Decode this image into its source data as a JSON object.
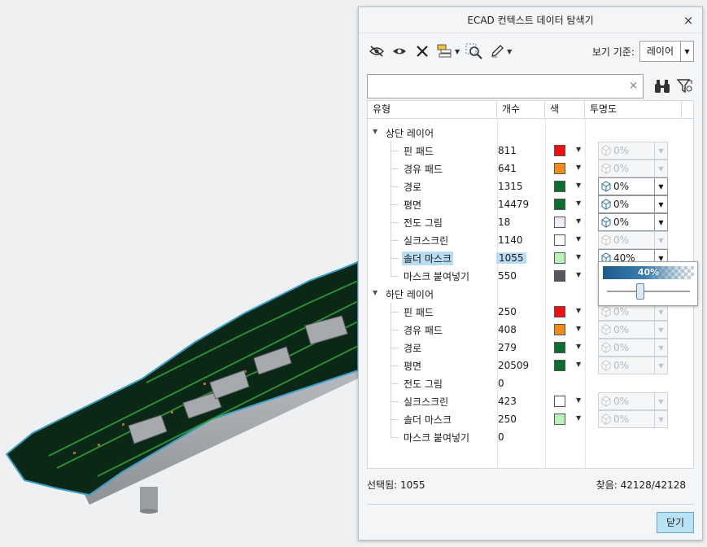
{
  "dialog": {
    "title": "ECAD 컨텍스트 데이터 탐색기",
    "close_glyph": "×"
  },
  "toolbar": {
    "icons": [
      "hide-icon",
      "show-icon",
      "delete-icon",
      "layer-stack-icon",
      "find-in-view-icon",
      "pen-icon"
    ],
    "view_by_label": "보기 기준:",
    "view_by_value": "레이어"
  },
  "search": {
    "value": "",
    "placeholder": "",
    "clear_glyph": "×"
  },
  "table": {
    "columns": {
      "type": "유형",
      "count": "개수",
      "color": "색",
      "opacity": "투명도"
    },
    "groups": [
      {
        "label": "상단 레이어",
        "rows": [
          {
            "name": "핀 패드",
            "count": "811",
            "color": "#ee1111",
            "opacity": "0%",
            "enabled": false
          },
          {
            "name": "경유 패드",
            "count": "641",
            "color": "#f28a1c",
            "opacity": "0%",
            "enabled": false
          },
          {
            "name": "경로",
            "count": "1315",
            "color": "#0c6e2c",
            "opacity": "0%",
            "enabled": true
          },
          {
            "name": "평면",
            "count": "14479",
            "color": "#0c6e2c",
            "opacity": "0%",
            "enabled": true
          },
          {
            "name": "전도 그림",
            "count": "18",
            "color": "#eeeef8",
            "opacity": "0%",
            "enabled": true
          },
          {
            "name": "실크스크린",
            "count": "1140",
            "color": "#ffffff",
            "opacity": "0%",
            "enabled": false
          },
          {
            "name": "솔더 마스크",
            "count": "1055",
            "color": "#b8f2b6",
            "opacity": "40%",
            "enabled": true,
            "selected": true
          },
          {
            "name": "마스크 붙여넣기",
            "count": "550",
            "color": "#54585c",
            "opacity": "",
            "enabled": false
          }
        ]
      },
      {
        "label": "하단 레이어",
        "rows": [
          {
            "name": "핀 패드",
            "count": "250",
            "color": "#ee1111",
            "opacity": "0%",
            "enabled": false
          },
          {
            "name": "경유 패드",
            "count": "408",
            "color": "#f28a1c",
            "opacity": "0%",
            "enabled": false
          },
          {
            "name": "경로",
            "count": "279",
            "color": "#0c6e2c",
            "opacity": "0%",
            "enabled": false
          },
          {
            "name": "평면",
            "count": "20509",
            "color": "#0c6e2c",
            "opacity": "0%",
            "enabled": false
          },
          {
            "name": "전도 그림",
            "count": "0",
            "color": "",
            "opacity": "",
            "enabled": false
          },
          {
            "name": "실크스크린",
            "count": "423",
            "color": "#ffffff",
            "opacity": "0%",
            "enabled": false
          },
          {
            "name": "솔더 마스크",
            "count": "250",
            "color": "#b8f2b6",
            "opacity": "0%",
            "enabled": false
          },
          {
            "name": "마스크 붙여넣기",
            "count": "0",
            "color": "",
            "opacity": "",
            "enabled": false
          }
        ]
      }
    ]
  },
  "popup": {
    "value_label": "40%",
    "slider_fraction": 0.4
  },
  "footer": {
    "selected": "선택됨: 1055",
    "found": "찾음: 42128/42128",
    "close_label": "닫기"
  }
}
